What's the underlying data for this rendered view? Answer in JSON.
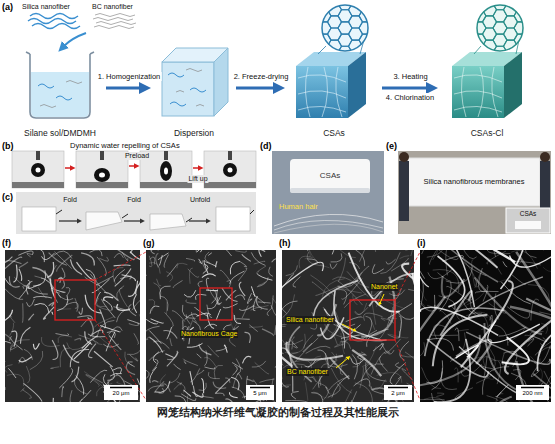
{
  "diagram": {
    "caption": "网笼结构纳米纤维气凝胶的制备过程及其性能展示",
    "nodes": [
      {
        "text": [
          "Silane sol/DMDMH"
        ]
      },
      {
        "text": [
          "Dispersion"
        ]
      },
      {
        "text": [
          "CSAs"
        ]
      },
      {
        "text": [
          "CSAs-Cl"
        ]
      }
    ],
    "edges": [
      {
        "from": 0,
        "to": 1,
        "arrow": "to",
        "label": "1. Homogenization"
      },
      {
        "from": 1,
        "to": 2,
        "arrow": "to",
        "label": "2. Freeze-drying"
      },
      {
        "from": 2,
        "to": 3,
        "arrow": "to",
        "label": "3. Heating"
      }
    ],
    "labels": [
      "(a)",
      "Silica nanofiber",
      "BC nanofiber",
      "4. Chlorination",
      "(b)",
      "Dynamic water repelling of CSAs",
      "Preload",
      "Lift up",
      "(c)",
      "Fold",
      "Fold",
      "Unfold",
      "(d)",
      "CSAs",
      "Human hair",
      "(e)",
      "Silica nanofibrous membranes",
      "CSAs",
      "(f)",
      "20 μm",
      "(g)",
      "Nanofibrous Cage",
      "5 μm",
      "(h)",
      "Nanonet",
      "Silica nanofiber",
      "BC nanofiber",
      "2 μm",
      "(i)",
      "200 nm"
    ]
  }
}
